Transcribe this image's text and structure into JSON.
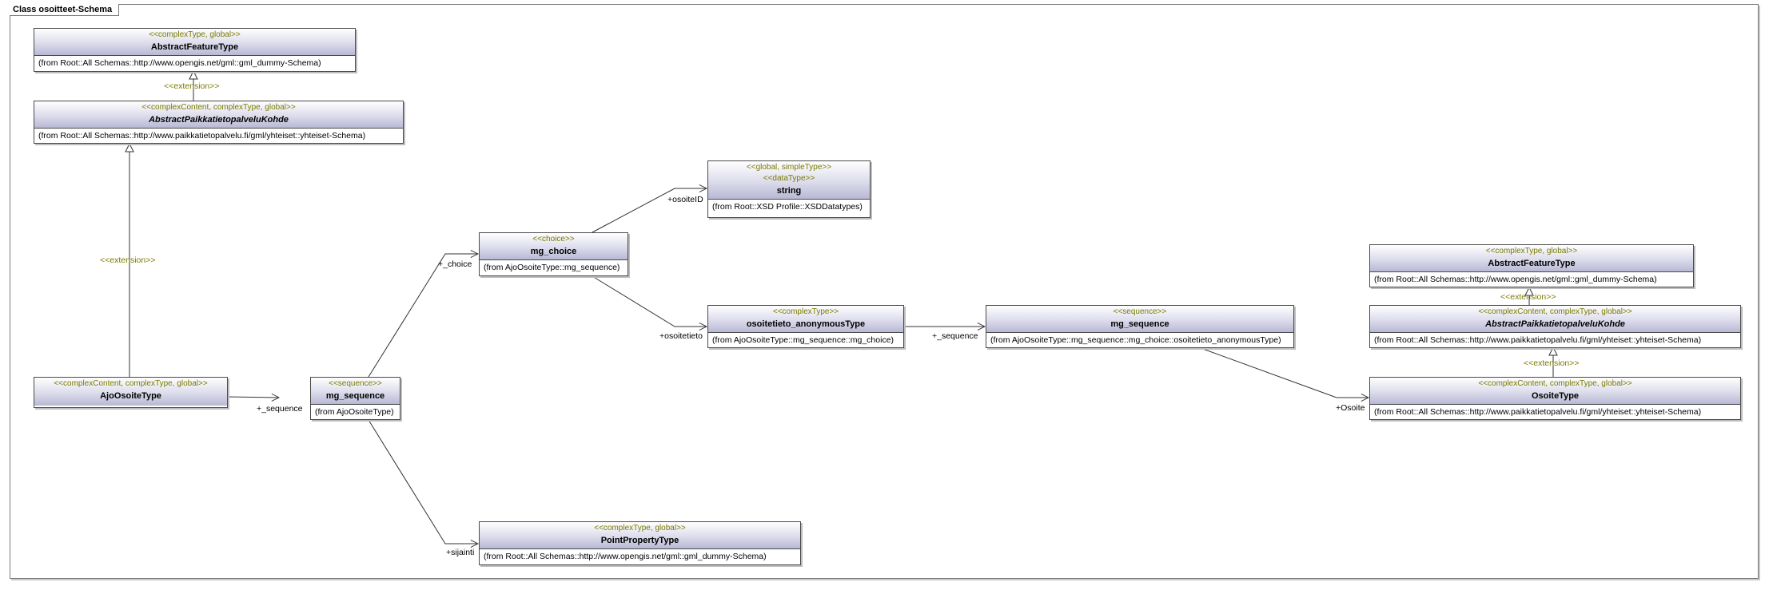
{
  "diagram": {
    "title": "Class osoitteet-Schema",
    "classes": [
      {
        "id": "aft1",
        "stereotypes": [
          "<<complexType, global>>"
        ],
        "name": "AbstractFeatureType",
        "italic": false,
        "from": "(from Root::All Schemas::http://www.opengis.net/gml::gml_dummy-Schema)"
      },
      {
        "id": "apk1",
        "stereotypes": [
          "<<complexContent, complexType, global>>"
        ],
        "name": "AbstractPaikkatietopalveluKohde",
        "italic": true,
        "from": "(from Root::All Schemas::http://www.paikkatietopalvelu.fi/gml/yhteiset::yhteiset-Schema)"
      },
      {
        "id": "ajo",
        "stereotypes": [
          "<<complexContent, complexType, global>>"
        ],
        "name": "AjoOsoiteType",
        "italic": false,
        "from": ""
      },
      {
        "id": "seq1",
        "stereotypes": [
          "<<sequence>>"
        ],
        "name": "mg_sequence",
        "italic": false,
        "from": "(from AjoOsoiteType)"
      },
      {
        "id": "choice",
        "stereotypes": [
          "<<choice>>"
        ],
        "name": "mg_choice",
        "italic": false,
        "from": "(from AjoOsoiteType::mg_sequence)"
      },
      {
        "id": "string",
        "stereotypes": [
          "<<global, simpleType>>",
          "<<dataType>>"
        ],
        "name": "string",
        "italic": false,
        "from": "(from Root::XSD Profile::XSDDatatypes)"
      },
      {
        "id": "anon",
        "stereotypes": [
          "<<complexType>>"
        ],
        "name": "osoitetieto_anonymousType",
        "italic": false,
        "from": "(from AjoOsoiteType::mg_sequence::mg_choice)"
      },
      {
        "id": "seq2",
        "stereotypes": [
          "<<sequence>>"
        ],
        "name": "mg_sequence",
        "italic": false,
        "from": "(from AjoOsoiteType::mg_sequence::mg_choice::osoitetieto_anonymousType)"
      },
      {
        "id": "aft2",
        "stereotypes": [
          "<<complexType, global>>"
        ],
        "name": "AbstractFeatureType",
        "italic": false,
        "from": "(from Root::All Schemas::http://www.opengis.net/gml::gml_dummy-Schema)"
      },
      {
        "id": "apk2",
        "stereotypes": [
          "<<complexContent, complexType, global>>"
        ],
        "name": "AbstractPaikkatietopalveluKohde",
        "italic": true,
        "from": "(from Root::All Schemas::http://www.paikkatietopalvelu.fi/gml/yhteiset::yhteiset-Schema)"
      },
      {
        "id": "osoite",
        "stereotypes": [
          "<<complexContent, complexType, global>>"
        ],
        "name": "OsoiteType",
        "italic": false,
        "from": "(from Root::All Schemas::http://www.paikkatietopalvelu.fi/gml/yhteiset::yhteiset-Schema)"
      },
      {
        "id": "ppt",
        "stereotypes": [
          "<<complexType, global>>"
        ],
        "name": "PointPropertyType",
        "italic": false,
        "from": "(from Root::All Schemas::http://www.opengis.net/gml::gml_dummy-Schema)"
      }
    ],
    "relations": [
      {
        "id": "ext1",
        "kind": "generalization",
        "label": "<<extension>>"
      },
      {
        "id": "ext2",
        "kind": "generalization",
        "label": "<<extension>>"
      },
      {
        "id": "ext3",
        "kind": "generalization",
        "label": "<<extension>>"
      },
      {
        "id": "ext4",
        "kind": "generalization",
        "label": "<<extension>>"
      },
      {
        "id": "r_seq",
        "kind": "association",
        "label": "+_sequence"
      },
      {
        "id": "r_choice",
        "kind": "association",
        "label": "+_choice"
      },
      {
        "id": "r_sijainti",
        "kind": "association",
        "label": "+sijainti"
      },
      {
        "id": "r_osoiteID",
        "kind": "association",
        "label": "+osoiteID"
      },
      {
        "id": "r_osoitetieto",
        "kind": "association",
        "label": "+osoitetieto"
      },
      {
        "id": "r_seq2",
        "kind": "association",
        "label": "+_sequence"
      },
      {
        "id": "r_osoite",
        "kind": "association",
        "label": "+Osoite"
      }
    ]
  }
}
